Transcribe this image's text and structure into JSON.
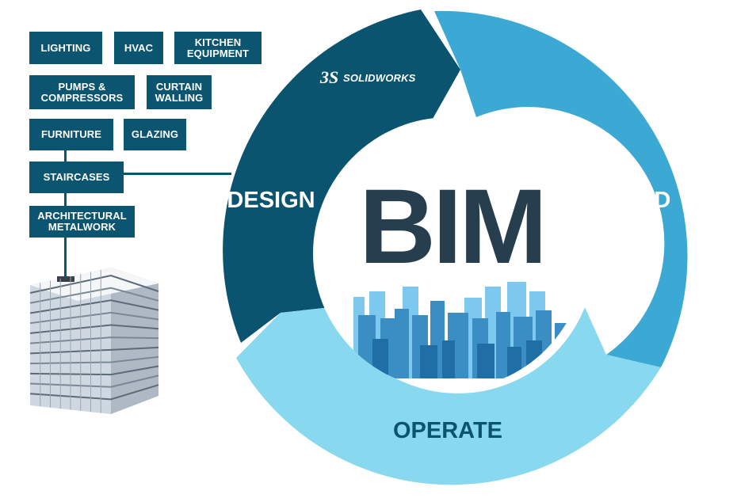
{
  "components": [
    {
      "id": "lighting",
      "label": "LIGHTING"
    },
    {
      "id": "hvac",
      "label": "HVAC"
    },
    {
      "id": "kitchen-equipment",
      "label": "KITCHEN EQUIPMENT"
    },
    {
      "id": "pumps-compressors",
      "label": "PUMPS & COMPRESSORS"
    },
    {
      "id": "curtain-walling",
      "label": "CURTAIN WALLING"
    },
    {
      "id": "furniture",
      "label": "FURNITURE"
    },
    {
      "id": "glazing",
      "label": "GLAZING"
    },
    {
      "id": "staircases",
      "label": "STAIRCASES"
    },
    {
      "id": "architectural-metalwork",
      "label": "ARCHITECTURAL METALWORK"
    }
  ],
  "cycle": {
    "center": "BIM",
    "stages": {
      "design": "DESIGN",
      "build": "BUILD",
      "operate": "OPERATE"
    }
  },
  "brand": {
    "name": "SOLIDWORKS",
    "prefix": "3S"
  },
  "colors": {
    "box": "#0c5570",
    "design": "#0b5470",
    "build": "#3ba9d3",
    "operate": "#88d8f0",
    "bim_text": "#263e4d",
    "skyline": [
      "#3a8ec4",
      "#1f6ea6",
      "#7cc8ee"
    ]
  }
}
